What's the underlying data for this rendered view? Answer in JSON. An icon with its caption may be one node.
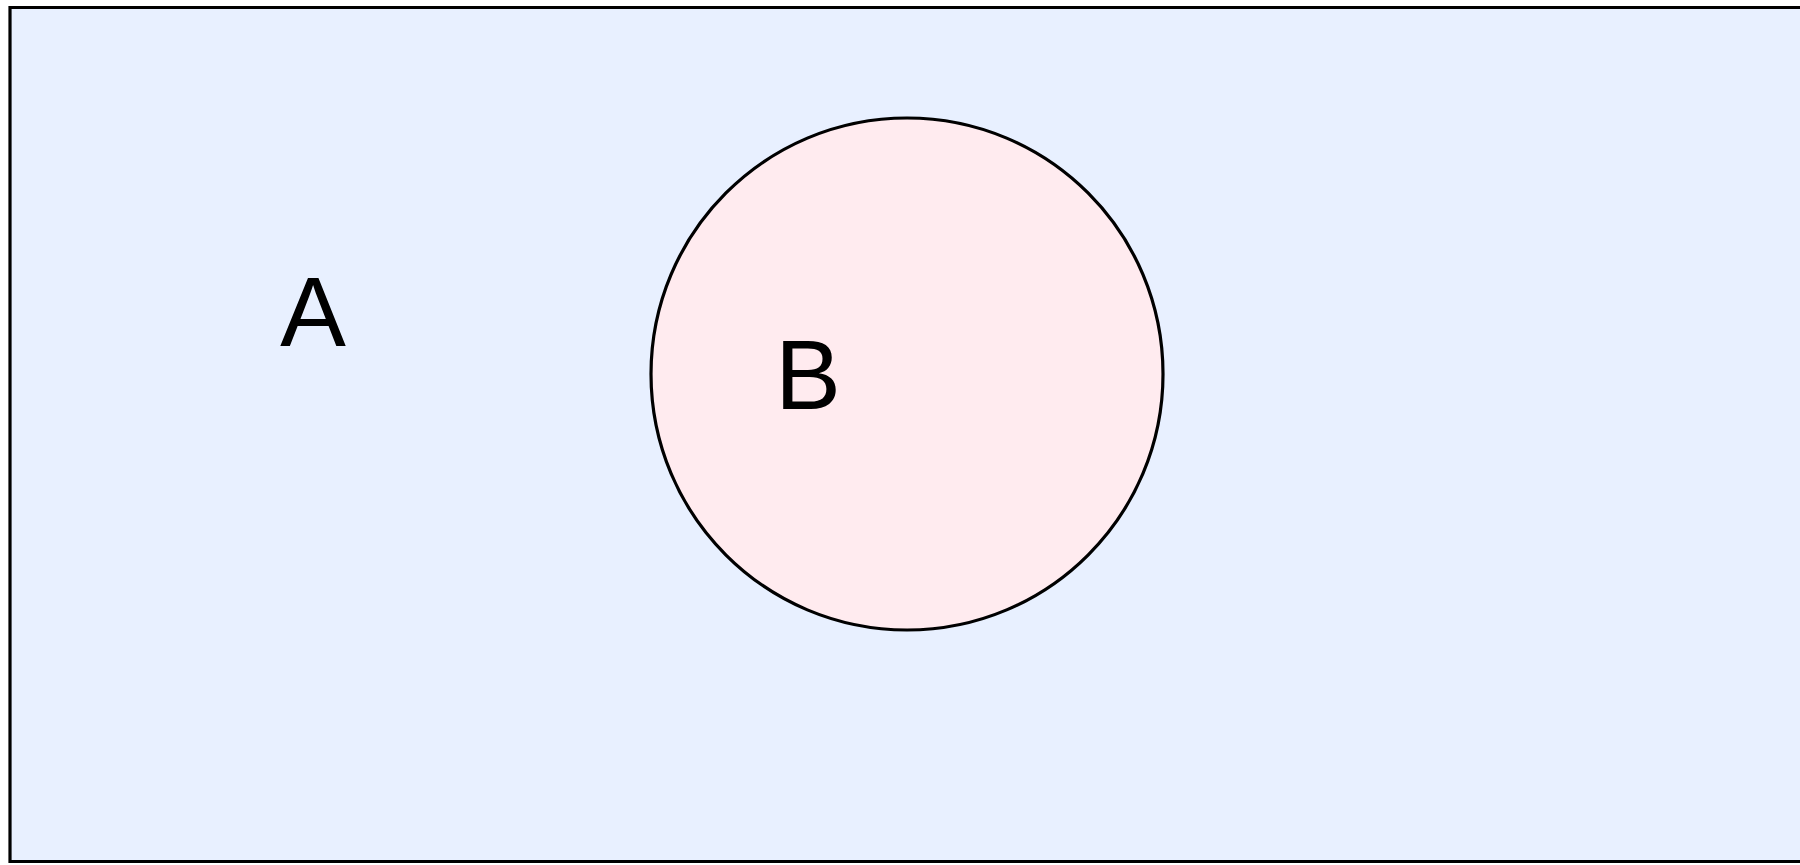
{
  "diagram": {
    "nodes": [
      {
        "text": [
          "A"
        ]
      },
      {
        "text": [
          "B"
        ],
        "in": 0
      }
    ]
  }
}
